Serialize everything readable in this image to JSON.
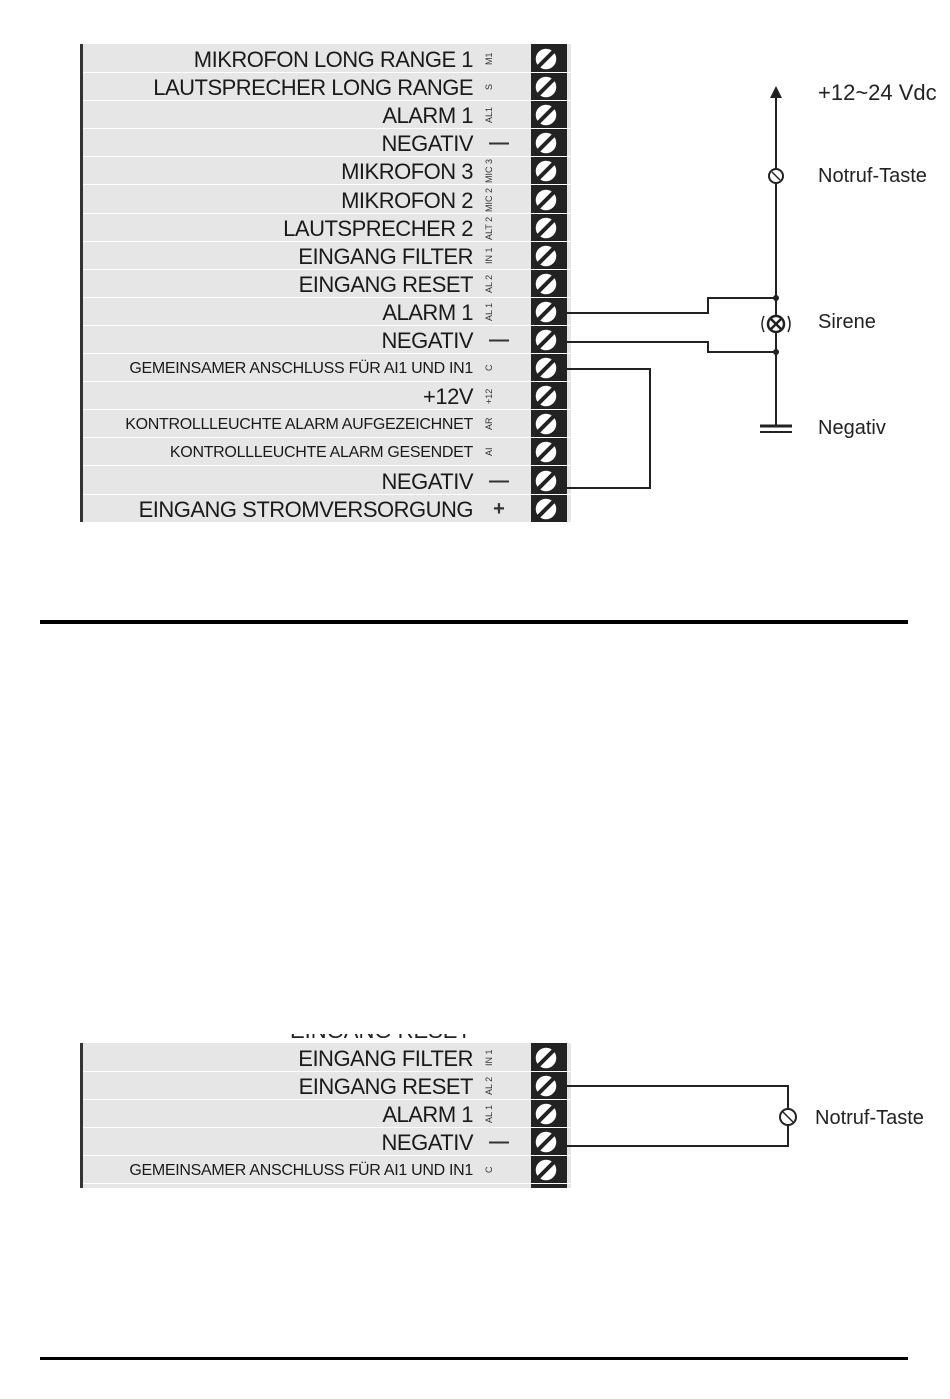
{
  "top_block": {
    "rows": [
      {
        "label": "MIKROFON LONG RANGE 1",
        "code": "M1"
      },
      {
        "label": "LAUTSPRECHER LONG RANGE",
        "code": "S"
      },
      {
        "label": "ALARM 1",
        "code": "AL1"
      },
      {
        "label": "NEGATIV",
        "code": "—"
      },
      {
        "label": "MIKROFON 3",
        "code": "MIC 3"
      },
      {
        "label": "MIKROFON 2",
        "code": "MIC 2"
      },
      {
        "label": "LAUTSPRECHER 2",
        "code": "ALT 2"
      },
      {
        "label": "EINGANG FILTER",
        "code": "IN 1"
      },
      {
        "label": "EINGANG RESET",
        "code": "AL 2"
      },
      {
        "label": "ALARM 1",
        "code": "AL 1"
      },
      {
        "label": "NEGATIV",
        "code": "—"
      },
      {
        "label": "GEMEINSAMER ANSCHLUSS FÜR AI1 UND IN1",
        "code": "C"
      },
      {
        "label": "+12V",
        "code": "+12"
      },
      {
        "label": "KONTROLLLEUCHTE ALARM AUFGEZEICHNET",
        "code": "AR"
      },
      {
        "label": "KONTROLLLEUCHTE ALARM GESENDET",
        "code": "AI"
      },
      {
        "label": "NEGATIV",
        "code": "—"
      },
      {
        "label": "EINGANG STROMVERSORGUNG",
        "code": "+"
      }
    ]
  },
  "top_annotations": {
    "supply": "+12~24 Vdc",
    "button": "Notruf-Taste",
    "siren": "Sirene",
    "ground": "Negativ"
  },
  "bottom_block": {
    "partial_label": "EINGANG RESET",
    "rows": [
      {
        "label": "EINGANG FILTER",
        "code": "IN 1"
      },
      {
        "label": "EINGANG RESET",
        "code": "AL 2"
      },
      {
        "label": "ALARM 1",
        "code": "AL 1"
      },
      {
        "label": "NEGATIV",
        "code": "—"
      },
      {
        "label": "GEMEINSAMER ANSCHLUSS FÜR AI1 UND IN1",
        "code": "C"
      }
    ]
  },
  "bottom_annotations": {
    "button": "Notruf-Taste"
  }
}
